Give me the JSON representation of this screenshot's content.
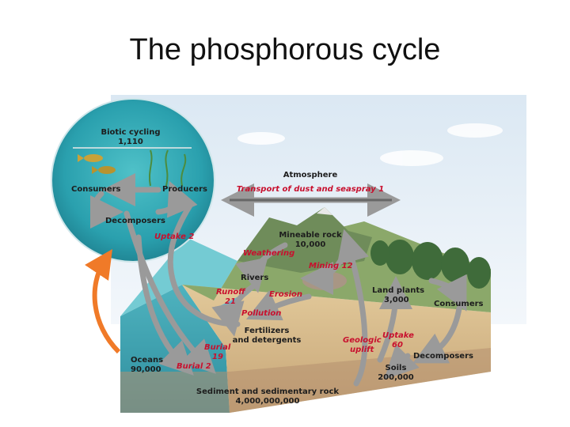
{
  "title": "The phosphorous cycle",
  "labels": {
    "biotic_cycling": "Biotic cycling",
    "biotic_cycling_value": "1,110",
    "consumers_ocean": "Consumers",
    "producers": "Producers",
    "decomposers_ocean": "Decomposers",
    "uptake_ocean": "Uptake 2",
    "atmosphere": "Atmosphere",
    "transport": "Transport of dust and seaspray 1",
    "mineable_rock": "Mineable rock",
    "mineable_rock_value": "10,000",
    "weathering": "Weathering",
    "mining": "Mining 12",
    "rivers": "Rivers",
    "runoff": "Runoff",
    "runoff_value": "21",
    "erosion": "Erosion",
    "pollution": "Pollution",
    "fertilizers_1": "Fertilizers",
    "fertilizers_2": "and detergents",
    "land_plants": "Land plants",
    "land_plants_value": "3,000",
    "consumers_land": "Consumers",
    "geologic_1": "Geologic",
    "geologic_2": "uplift",
    "uptake_land": "Uptake",
    "uptake_land_value": "60",
    "decomposers_land": "Decomposers",
    "oceans": "Oceans",
    "oceans_value": "90,000",
    "burial_1": "Burial",
    "burial_1_value": "19",
    "burial_2": "Burial 2",
    "soils": "Soils",
    "soils_value": "200,000",
    "sediment": "Sediment and sedimentary rock",
    "sediment_value": "4,000,000,000"
  }
}
